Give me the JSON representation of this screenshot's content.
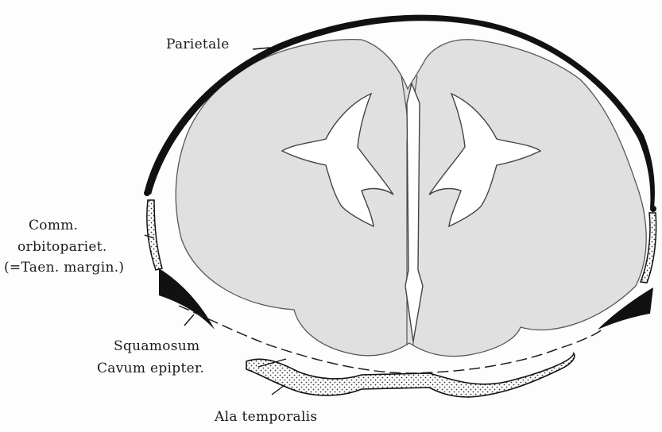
{
  "labels": {
    "parietale": "Parietale",
    "comm_line1": "Comm.",
    "comm_line2": "orbitopariet.",
    "comm_line3": "(=Taen. margin.)",
    "squamosum": "Squamosum",
    "cavum": "Cavum epipter.",
    "ala": "Ala temporalis"
  },
  "colors": {
    "brain_fill": "#e4e4e4",
    "bone": "#111111",
    "background": "#fdfdfd"
  }
}
